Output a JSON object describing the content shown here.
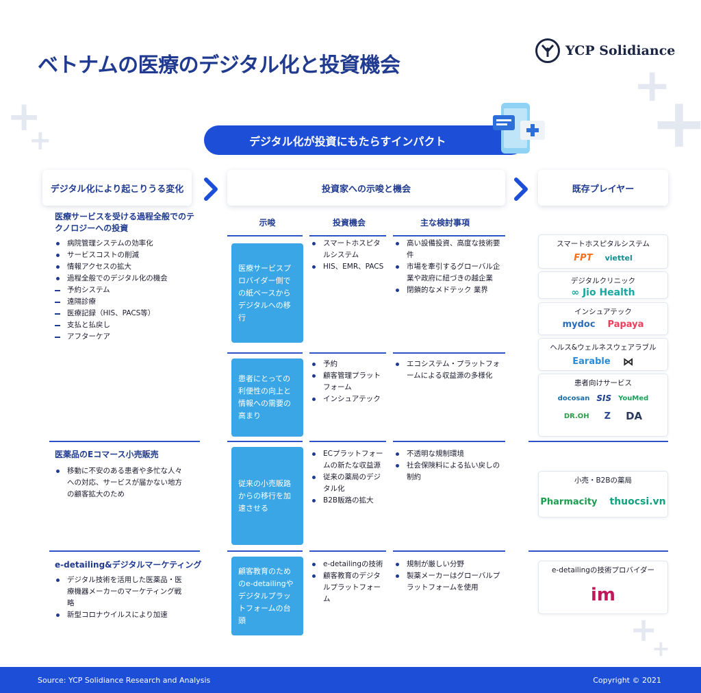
{
  "title": "ベトナムの医療のデジタル化と投資機会",
  "logo": {
    "name": "YCP Solidiance"
  },
  "banner": "デジタル化が投資にもたらすインパクト",
  "columns": {
    "changes": "デジタル化により起こりうる変化",
    "implications": "投資家への示唆と機会",
    "players": "既存プレイヤー"
  },
  "subheaders": {
    "suggest": "示唆",
    "opportunity": "投資機会",
    "considerations": "主な検討事項"
  },
  "sections": [
    {
      "title": "医療サービスを受ける過程全般でのテクノロジーへの投資",
      "items": [
        {
          "text": "病院管理システムの効率化",
          "type": "bullet"
        },
        {
          "text": "サービスコストの削減",
          "type": "bullet"
        },
        {
          "text": "情報アクセスの拡大",
          "type": "bullet"
        },
        {
          "text": "過程全般でのデジタル化の機会",
          "type": "bullet"
        },
        {
          "text": "予約システム",
          "type": "dash"
        },
        {
          "text": "遠隔診療",
          "type": "dash"
        },
        {
          "text": "医療記録（HIS、PACS等）",
          "type": "dash"
        },
        {
          "text": "支払と払戻し",
          "type": "dash"
        },
        {
          "text": "アフターケア",
          "type": "dash"
        }
      ]
    },
    {
      "title": "医薬品のEコマース小売販売",
      "items": [
        {
          "text": "移動に不安のある患者や多忙な人々への対応、サービスが届かない地方の顧客拡大のため",
          "type": "bullet"
        }
      ]
    },
    {
      "title": "e-detailing&デジタルマーケティング",
      "items": [
        {
          "text": "デジタル技術を活用した医薬品・医療機器メーカーのマーケティング戦略",
          "type": "bullet"
        },
        {
          "text": "新型コロナウイルスにより加速",
          "type": "bullet"
        }
      ]
    }
  ],
  "rows": [
    {
      "suggest": "医療サービスプロバイダー側での紙ベースからデジタルへの移行",
      "opportunities": [
        "スマートホスピタルシステム",
        "HIS、EMR、PACS"
      ],
      "considerations": [
        "高い設備投資、高度な技術要件",
        "市場を牽引するグローバル企業や政府に紐づきの越企業",
        "閉鎖的なメドテック 業界"
      ]
    },
    {
      "suggest": "患者にとっての利便性の向上と情報への需要の高まり",
      "opportunities": [
        "予約",
        "顧客管理プラットフォーム",
        "インシュアテック"
      ],
      "considerations": [
        "エコシステム・プラットフォームによる収益源の多様化"
      ]
    },
    {
      "suggest": "従来の小売販路からの移行を加速させる",
      "opportunities": [
        "ECプラットフォームの新たな収益源",
        "従来の薬局のデジタル化",
        "B2B販路の拡大"
      ],
      "considerations": [
        "不透明な規制環境",
        "社会保険料による払い戻しの制約"
      ]
    },
    {
      "suggest": "顧客教育のためのe-detailingやデジタルプラットフォームの台頭",
      "opportunities": [
        "e-detailingの技術",
        "顧客教育のデジタルプラットフォーム"
      ],
      "considerations": [
        "規制が厳しい分野",
        "製薬メーカーはグローバルプラットフォームを使用"
      ]
    }
  ],
  "players": [
    {
      "title": "スマートホスピタルシステム",
      "brands": [
        {
          "name": "FPT",
          "color": "#f37021"
        },
        {
          "name": "viettel",
          "color": "#0f8f8f"
        }
      ]
    },
    {
      "title": "デジタルクリニック",
      "brands": [
        {
          "name": "∞ Jio Health",
          "color": "#18a7a1"
        }
      ]
    },
    {
      "title": "インシュアテック",
      "brands": [
        {
          "name": "mydoc",
          "color": "#2a6cb6"
        },
        {
          "name": "Papaya",
          "color": "#ef3e5c"
        }
      ]
    },
    {
      "title": "ヘルス&ウェルネスウェアラブル",
      "brands": [
        {
          "name": "Earable",
          "color": "#2a8bd4"
        },
        {
          "name": "⋈",
          "color": "#222222"
        }
      ]
    },
    {
      "title": "患者向けサービス",
      "brands": [
        {
          "name": "docosan",
          "color": "#1a6aa8"
        },
        {
          "name": "SIS",
          "color": "#1d3f8f"
        },
        {
          "name": "YouMed",
          "color": "#19a35a"
        },
        {
          "name": "DR.OH",
          "color": "#2d9d4a"
        },
        {
          "name": "Z",
          "color": "#2c4a8f"
        },
        {
          "name": "DA",
          "color": "#2a3a5a"
        }
      ]
    },
    {
      "title": "小売・B2Bの薬局",
      "brands": [
        {
          "name": "Pharmacity",
          "color": "#1a9e4f"
        },
        {
          "name": "thuocsi.vn",
          "color": "#10a37f"
        }
      ]
    },
    {
      "title": "e-detailingの技術プロバイダー",
      "brands": [
        {
          "name": "im",
          "color": "#c2185b"
        }
      ]
    }
  ],
  "footer": {
    "source": "Source: YCP Solidiance Research and Analysis",
    "copyright": "Copyright © 2021"
  },
  "colors": {
    "primary": "#1d4ed8",
    "heading": "#1f3a8f",
    "box": "#3aa6e5"
  }
}
